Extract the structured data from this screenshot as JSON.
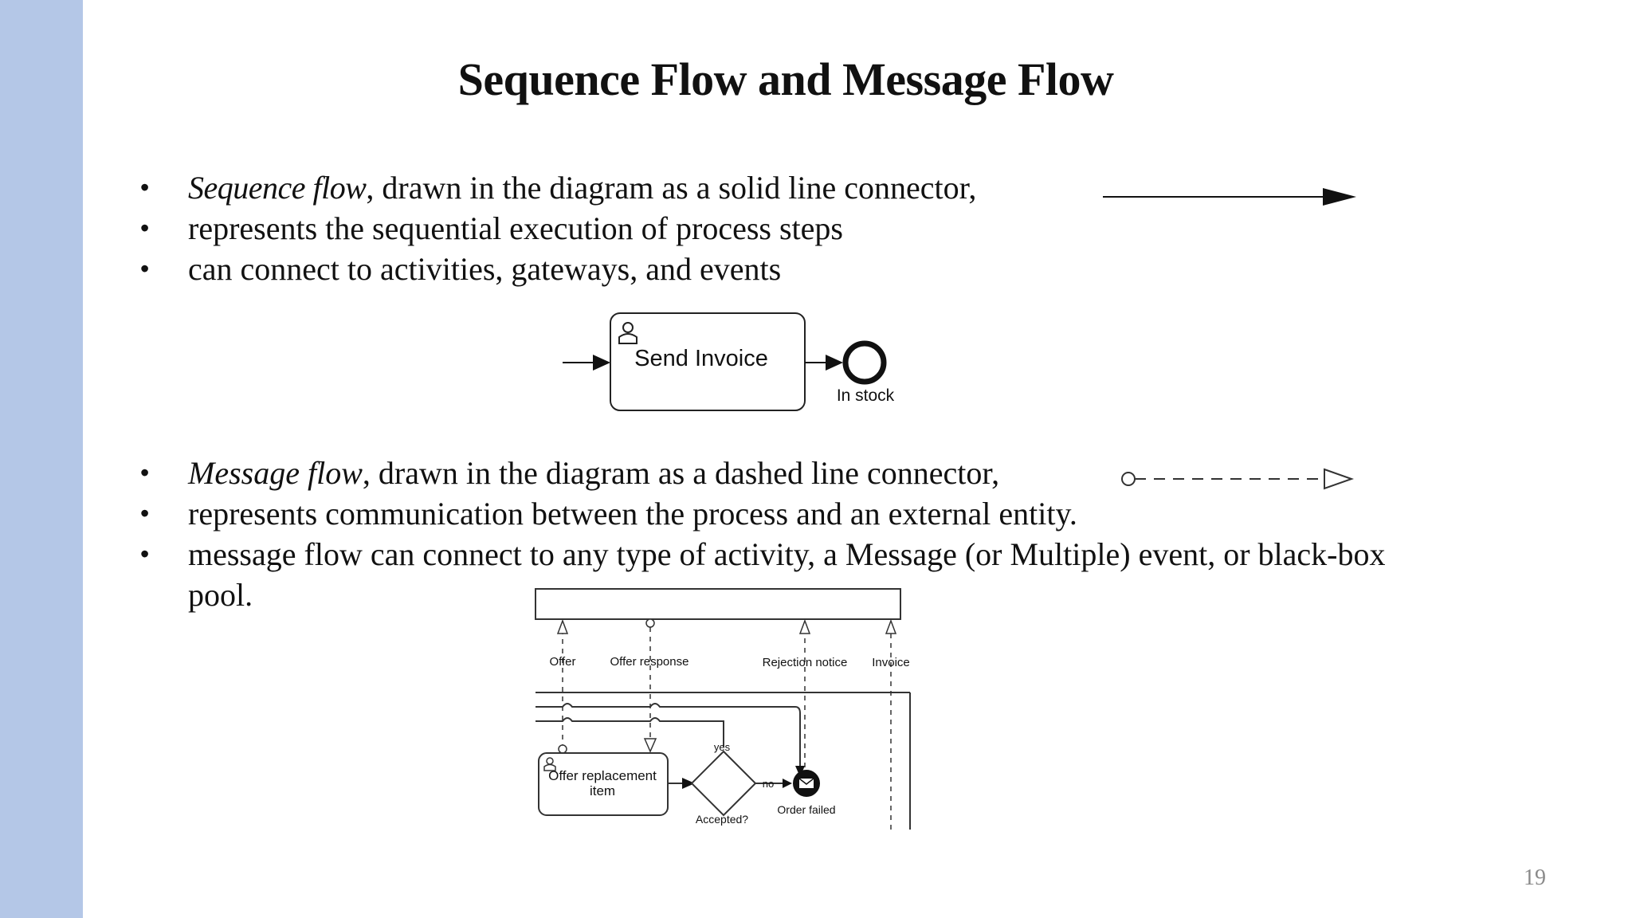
{
  "slide": {
    "title": "Sequence Flow and Message Flow",
    "page_number": "19",
    "accent_color": "#b4c7e7"
  },
  "sequence_section": {
    "bullets": [
      {
        "term": "Sequence flow",
        "text": ", drawn in the diagram as a solid line connector,"
      },
      {
        "text": "represents the sequential execution of process steps"
      },
      {
        "text": "can connect  to activities, gateways, and events"
      }
    ],
    "diagram": {
      "task_label": "Send Invoice",
      "end_event_label": "In stock"
    }
  },
  "message_section": {
    "bullets": [
      {
        "term": "Message flow",
        "text": ", drawn in the diagram as a dashed line connector,"
      },
      {
        "text": "represents communication between the process and an external entity."
      },
      {
        "text": "message flow can connect to any type of activity, a Message (or Multiple) event, or black-box pool."
      }
    ],
    "diagram": {
      "flow_labels": [
        "Offer",
        "Offer response",
        "Rejection notice",
        "Invoice"
      ],
      "task_label_line1": "Offer replacement",
      "task_label_line2": "item",
      "gateway_label": "Accepted?",
      "yes_label": "yes",
      "no_label": "no",
      "end_event_label": "Order failed"
    }
  }
}
